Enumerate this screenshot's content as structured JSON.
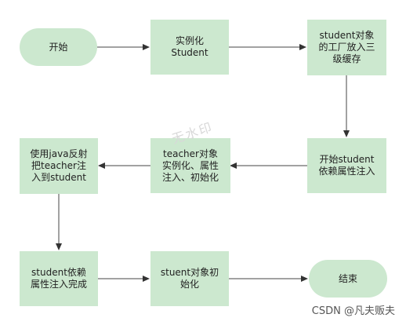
{
  "nodes": {
    "start": "开始",
    "instantiate": "实例化\nStudent",
    "put_cache": "student对象\n的工厂放入三\n级缓存",
    "inject_start": "开始student\n依赖属性注入",
    "teacher_init": "teacher对象\n实例化、属性\n注入、初始化",
    "reflect": "使用java反射\n把teacher注\n入到student",
    "inject_done": "student依赖\n属性注入完成",
    "student_init": "stuent对象初\n始化",
    "end": "结束"
  },
  "watermark": "CSDN @凡夫贩夫",
  "faint_watermark": "无水印",
  "colors": {
    "node_fill": "#cce8cf",
    "arrow": "#333333"
  }
}
